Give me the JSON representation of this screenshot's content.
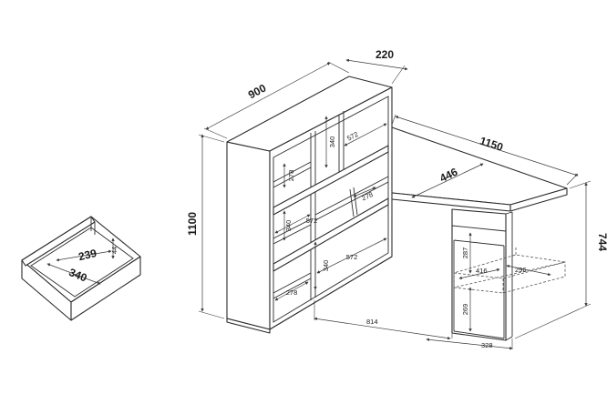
{
  "dimensions": {
    "overall_width_shelf": "900",
    "depth_shelf": "220",
    "desk_length": "1150",
    "desk_depth": "446",
    "height_total": "1100",
    "desk_height": "744",
    "shelf_bay_width": "572",
    "shelf_bay_height_top": "340",
    "shelf_bay_height_mid": "340",
    "shelf_bay_height_low": "340",
    "small_shelf_depth_a": "278",
    "small_shelf_depth_b": "278",
    "small_shelf_depth_c": "278",
    "small_shelf_depth_d": "278",
    "floor_span": "814",
    "cabinet_width": "328",
    "drawer_height": "287",
    "cabinet_lower_height": "269",
    "drawer_inner_width": "416",
    "drawer_inner_depth": "296",
    "drawer_detail_width": "340",
    "drawer_detail_depth": "239",
    "drawer_detail_height": "44"
  },
  "colors": {
    "line": "#2b2b2b",
    "background": "#ffffff"
  }
}
